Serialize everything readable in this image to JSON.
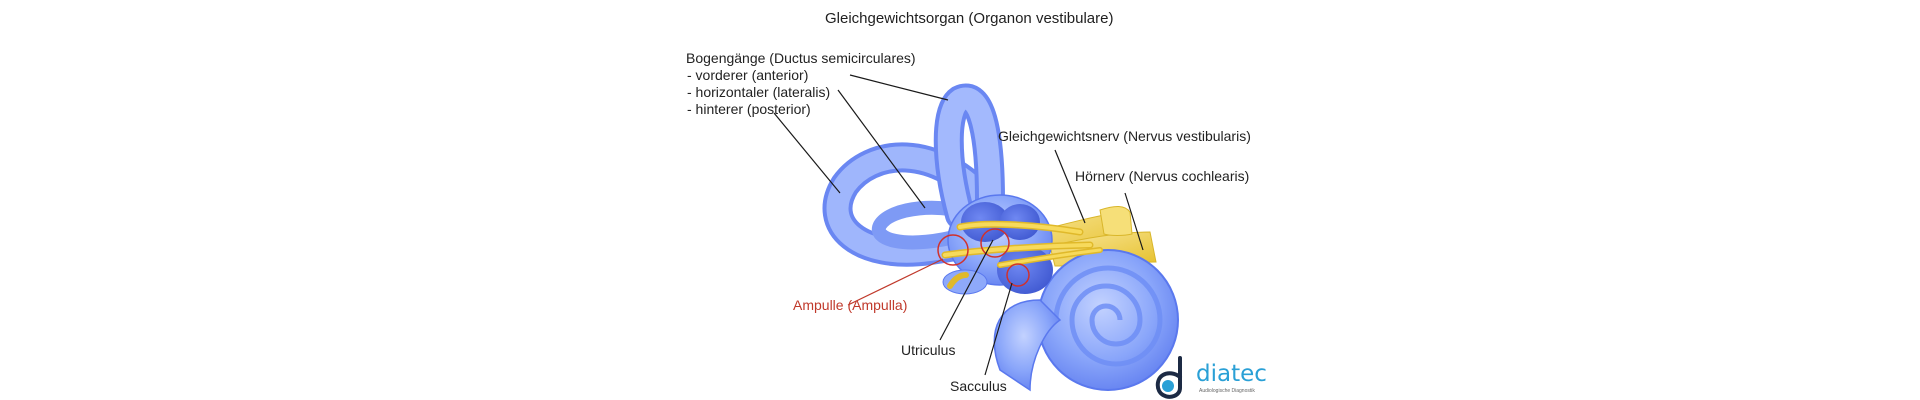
{
  "title": "Gleichgewichtsorgan (Organon vestibulare)",
  "labels": {
    "canals_heading": "Bogengänge (Ductus semicirculares)",
    "canal_anterior": " - vorderer (anterior)",
    "canal_lateral": " - horizontaler (lateralis)",
    "canal_posterior": " - hinterer (posterior)",
    "vestibular_nerve": "Gleichgewichtsnerv (Nervus vestibularis)",
    "cochlear_nerve": "Hörnerv (Nervus cochlearis)",
    "ampulla": "Ampulle (Ampulla)",
    "utricle": "Utriculus",
    "saccule": "Sacculus"
  },
  "logo": {
    "wordmark": "diatec",
    "tagline": "Audiologische Diagnostik"
  },
  "colors": {
    "labyrinth": "#7f9ff8",
    "labyrinth_dark": "#4a66e0",
    "nerve": "#f0d24a",
    "ampulla_ring": "#d0312d",
    "brand": "#2aa0d6"
  }
}
